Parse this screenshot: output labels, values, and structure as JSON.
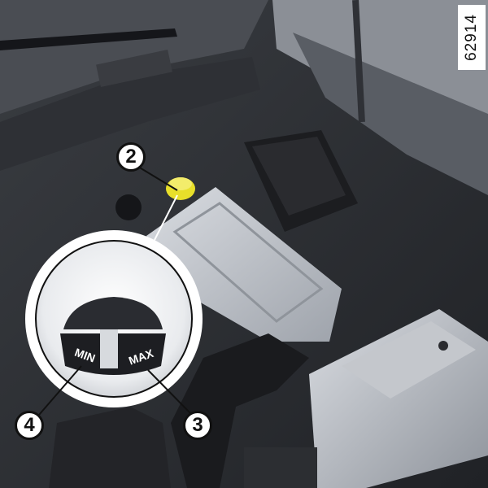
{
  "figure": {
    "reference_number": "62914",
    "callouts": [
      {
        "id": "callout-2",
        "label": "2"
      },
      {
        "id": "callout-3",
        "label": "3"
      },
      {
        "id": "callout-4",
        "label": "4"
      }
    ],
    "colors": {
      "cap_yellow": "#e8df2a",
      "engine_dark": "#1e1f22",
      "cover_silver": "#c9ccd2",
      "callout_fill": "#ffffff",
      "callout_outline": "#111111"
    }
  }
}
